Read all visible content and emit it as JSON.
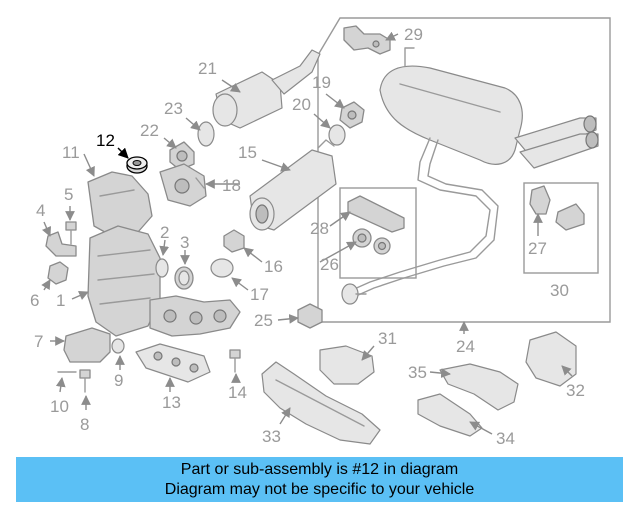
{
  "highlight": "#5bc0f5",
  "callouts": [
    {
      "id": "p1",
      "label": "1"
    },
    {
      "id": "p2",
      "label": "2"
    },
    {
      "id": "p3",
      "label": "3"
    },
    {
      "id": "p4",
      "label": "4"
    },
    {
      "id": "p5",
      "label": "5"
    },
    {
      "id": "p6",
      "label": "6"
    },
    {
      "id": "p7",
      "label": "7"
    },
    {
      "id": "p8",
      "label": "8"
    },
    {
      "id": "p9",
      "label": "9"
    },
    {
      "id": "p10",
      "label": "10"
    },
    {
      "id": "p11",
      "label": "11"
    },
    {
      "id": "p12",
      "label": "12"
    },
    {
      "id": "p13",
      "label": "13"
    },
    {
      "id": "p14",
      "label": "14"
    },
    {
      "id": "p15",
      "label": "15"
    },
    {
      "id": "p16",
      "label": "16"
    },
    {
      "id": "p17",
      "label": "17"
    },
    {
      "id": "p18",
      "label": "18"
    },
    {
      "id": "p19",
      "label": "19"
    },
    {
      "id": "p20",
      "label": "20"
    },
    {
      "id": "p21",
      "label": "21"
    },
    {
      "id": "p22",
      "label": "22"
    },
    {
      "id": "p23",
      "label": "23"
    },
    {
      "id": "p24",
      "label": "24"
    },
    {
      "id": "p25",
      "label": "25"
    },
    {
      "id": "p26",
      "label": "26"
    },
    {
      "id": "p27",
      "label": "27"
    },
    {
      "id": "p28",
      "label": "28"
    },
    {
      "id": "p29",
      "label": "29"
    },
    {
      "id": "p30",
      "label": "30"
    },
    {
      "id": "p31",
      "label": "31"
    },
    {
      "id": "p32",
      "label": "32"
    },
    {
      "id": "p33",
      "label": "33"
    },
    {
      "id": "p34",
      "label": "34"
    },
    {
      "id": "p35",
      "label": "35"
    }
  ],
  "banner": {
    "line1": "Part or sub-assembly is #12 in diagram",
    "line2": "Diagram may not be specific to your vehicle"
  }
}
